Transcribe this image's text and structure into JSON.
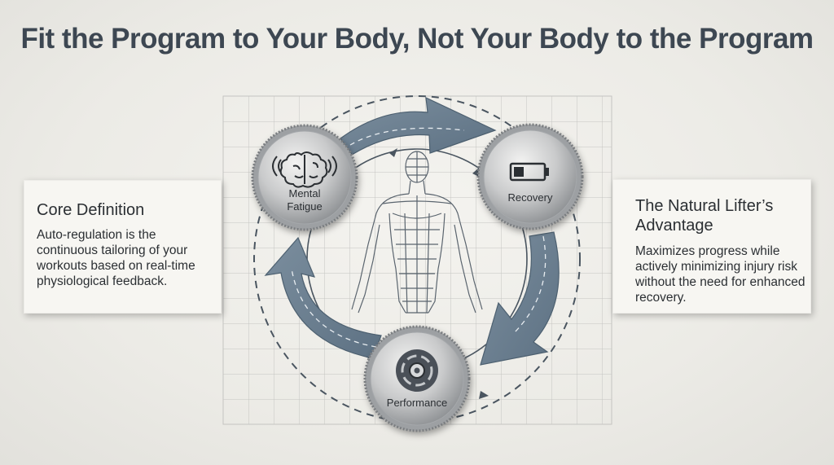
{
  "title": "Fit the Program to Your Body, Not Your Body to the Program",
  "left_card": {
    "heading": "Core Definition",
    "body": "Auto-regulation is the continuous tailoring of your workouts based on real-time physiological feedback."
  },
  "right_card": {
    "heading": "The Natural Lifter’s Advantage",
    "body": "Maximizes progress while actively minimizing injury risk without the need for enhanced recovery."
  },
  "cycle": {
    "nodes": [
      {
        "label_line1": "Mental",
        "label_line2": "Fatigue",
        "icon": "brain-icon"
      },
      {
        "label": "Recovery",
        "icon": "battery-icon"
      },
      {
        "label": "Performance",
        "icon": "weight-plate-icon"
      }
    ],
    "center_icon": "body-wireframe-icon"
  },
  "colors": {
    "title": "#3d4752",
    "arrow": "#6b7f90",
    "grid": "#c9c9c6",
    "card_bg": "#f7f6f2"
  }
}
